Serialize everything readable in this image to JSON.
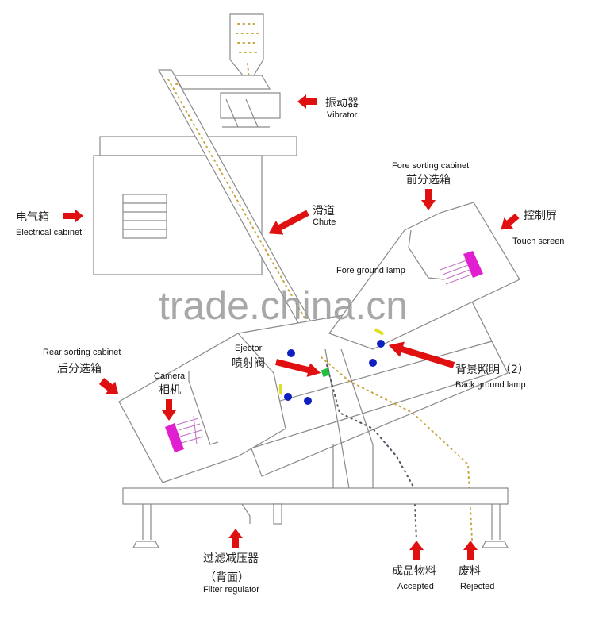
{
  "labels": {
    "vibrator": {
      "zh": "振动器",
      "en": "Vibrator"
    },
    "electrical_cabinet": {
      "zh": "电气箱",
      "en": "Electrical cabinet"
    },
    "chute": {
      "zh": "滑道",
      "en": "Chute"
    },
    "fore_sorting_cabinet": {
      "zh": "前分选箱",
      "en": "Fore sorting cabinet"
    },
    "touch_screen": {
      "zh": "控制屏",
      "en": "Touch screen"
    },
    "fore_ground_lamp": {
      "en": "Fore ground lamp"
    },
    "rear_sorting_cabinet": {
      "zh": "后分选箱",
      "en": "Rear sorting cabinet"
    },
    "camera": {
      "zh": "相机",
      "en": "Camera"
    },
    "ejector": {
      "zh": "喷射阀",
      "en": "Ejector"
    },
    "back_ground_lamp": {
      "zh": "背景照明（2）",
      "en": "Back ground lamp"
    },
    "filter_regulator": {
      "zh": "过滤减压器",
      "zh2": "（背面）",
      "en": "Filter  regulator"
    },
    "accepted": {
      "zh": "成品物料",
      "en": "Accepted"
    },
    "rejected": {
      "zh": "废料",
      "en": "Rejected"
    }
  },
  "watermark": "trade.china.cn",
  "colors": {
    "arrow": "#e01010",
    "camera": "#e020d0",
    "lamp": "#1020c0",
    "ejector": "#20c040",
    "grain": "#c9a640"
  }
}
